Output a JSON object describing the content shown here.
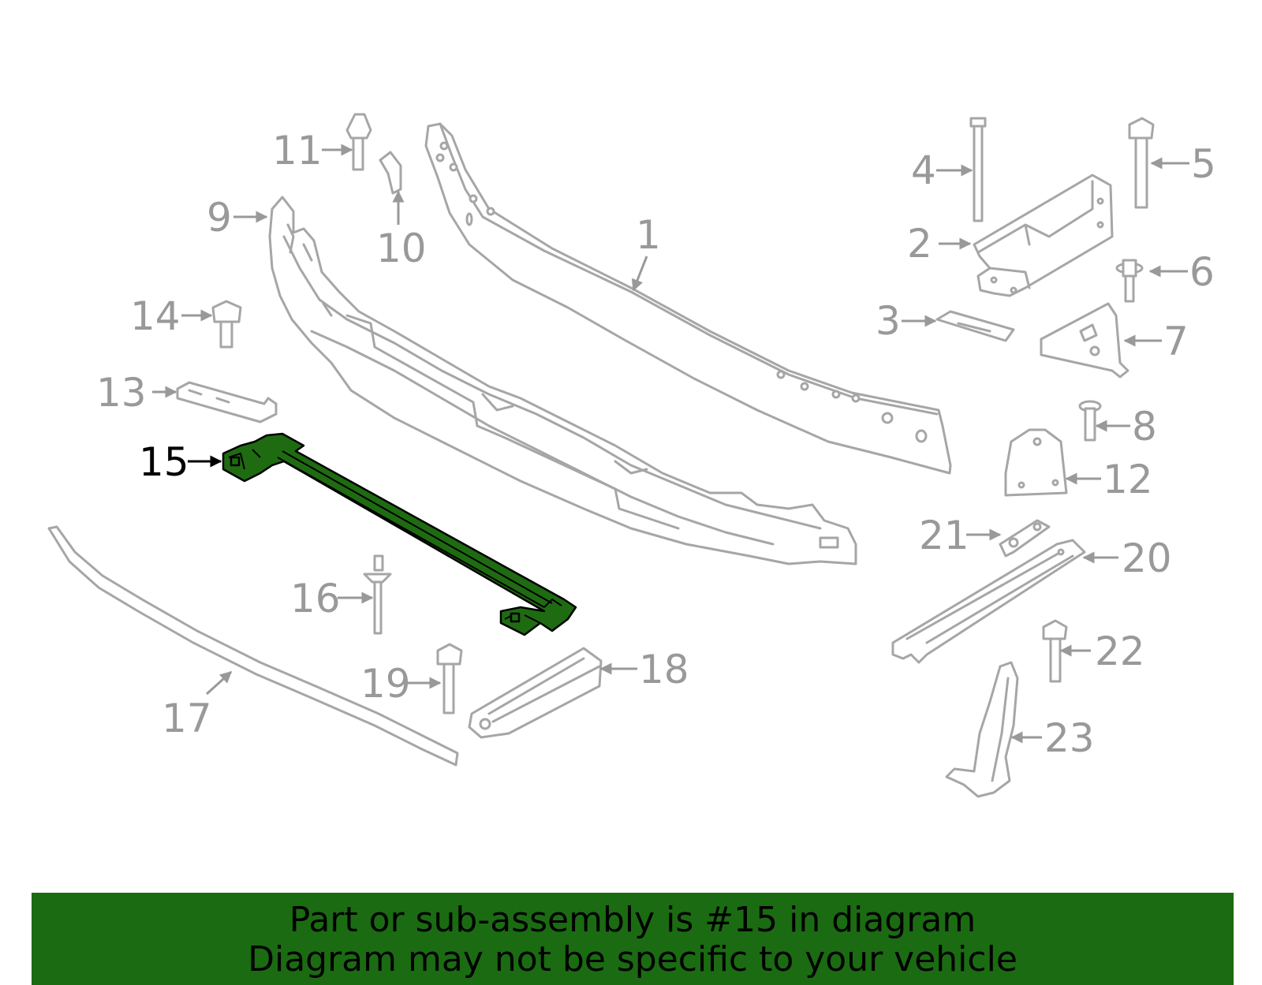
{
  "diagram": {
    "highlight_color": "#1f6b12",
    "label_color": "#999999",
    "highlight_label_color": "#000000",
    "callouts": {
      "c1": "1",
      "c2": "2",
      "c3": "3",
      "c4": "4",
      "c5": "5",
      "c6": "6",
      "c7": "7",
      "c8": "8",
      "c9": "9",
      "c10": "10",
      "c11": "11",
      "c12": "12",
      "c13": "13",
      "c14": "14",
      "c15": "15",
      "c16": "16",
      "c17": "17",
      "c18": "18",
      "c19": "19",
      "c20": "20",
      "c21": "21",
      "c22": "22",
      "c23": "23"
    },
    "highlighted_part": "15"
  },
  "banner": {
    "background": "#1b6b12",
    "line1": "Part or sub-assembly is #15 in diagram",
    "line2": "Diagram may not be specific to your vehicle"
  }
}
